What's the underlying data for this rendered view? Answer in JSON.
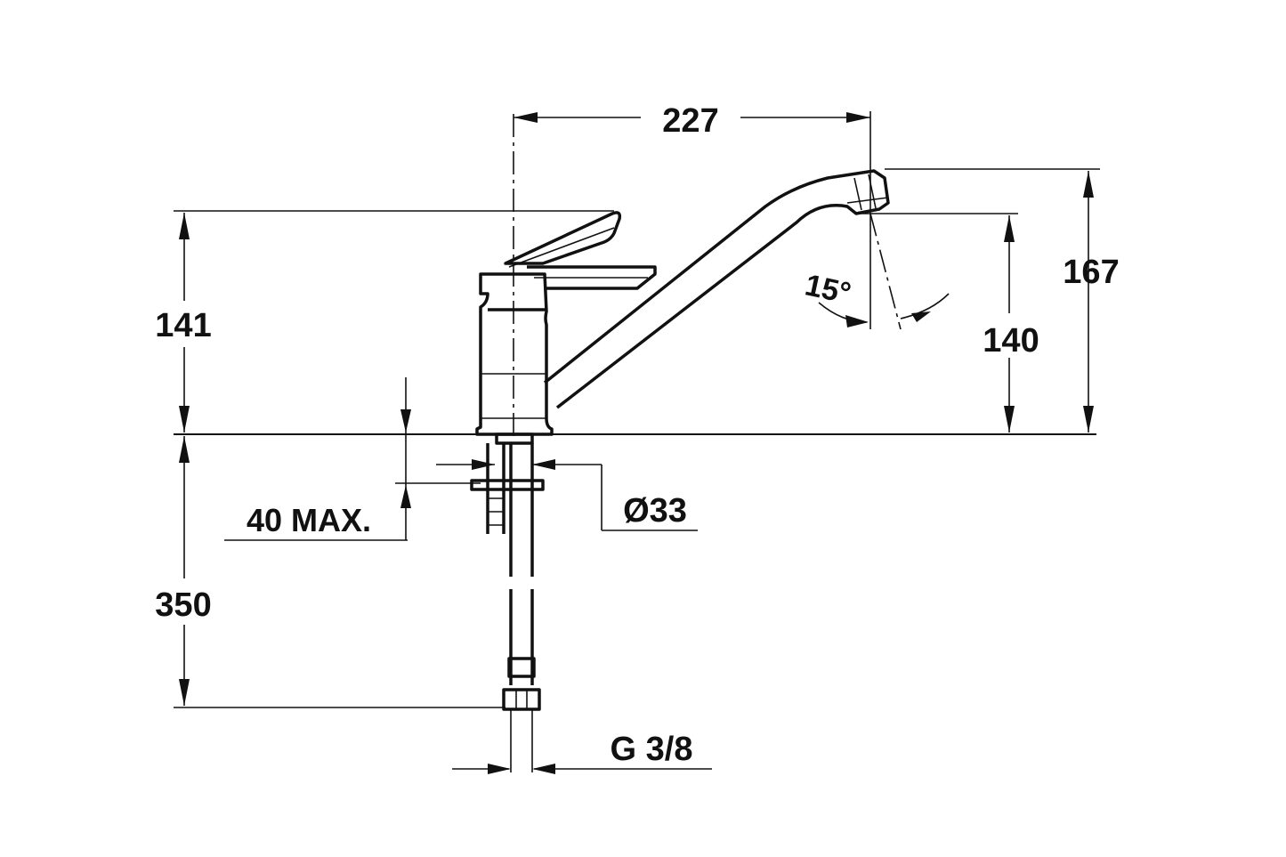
{
  "dimensions": {
    "spout_reach": "227",
    "total_height": "167",
    "outlet_height": "140",
    "lever_height": "141",
    "hose_length": "350",
    "max_thickness": "40 MAX.",
    "hole_diameter": "Ø33",
    "thread": "G 3/8",
    "spout_angle": "15°"
  },
  "colors": {
    "line": "#111111",
    "background": "#ffffff"
  }
}
